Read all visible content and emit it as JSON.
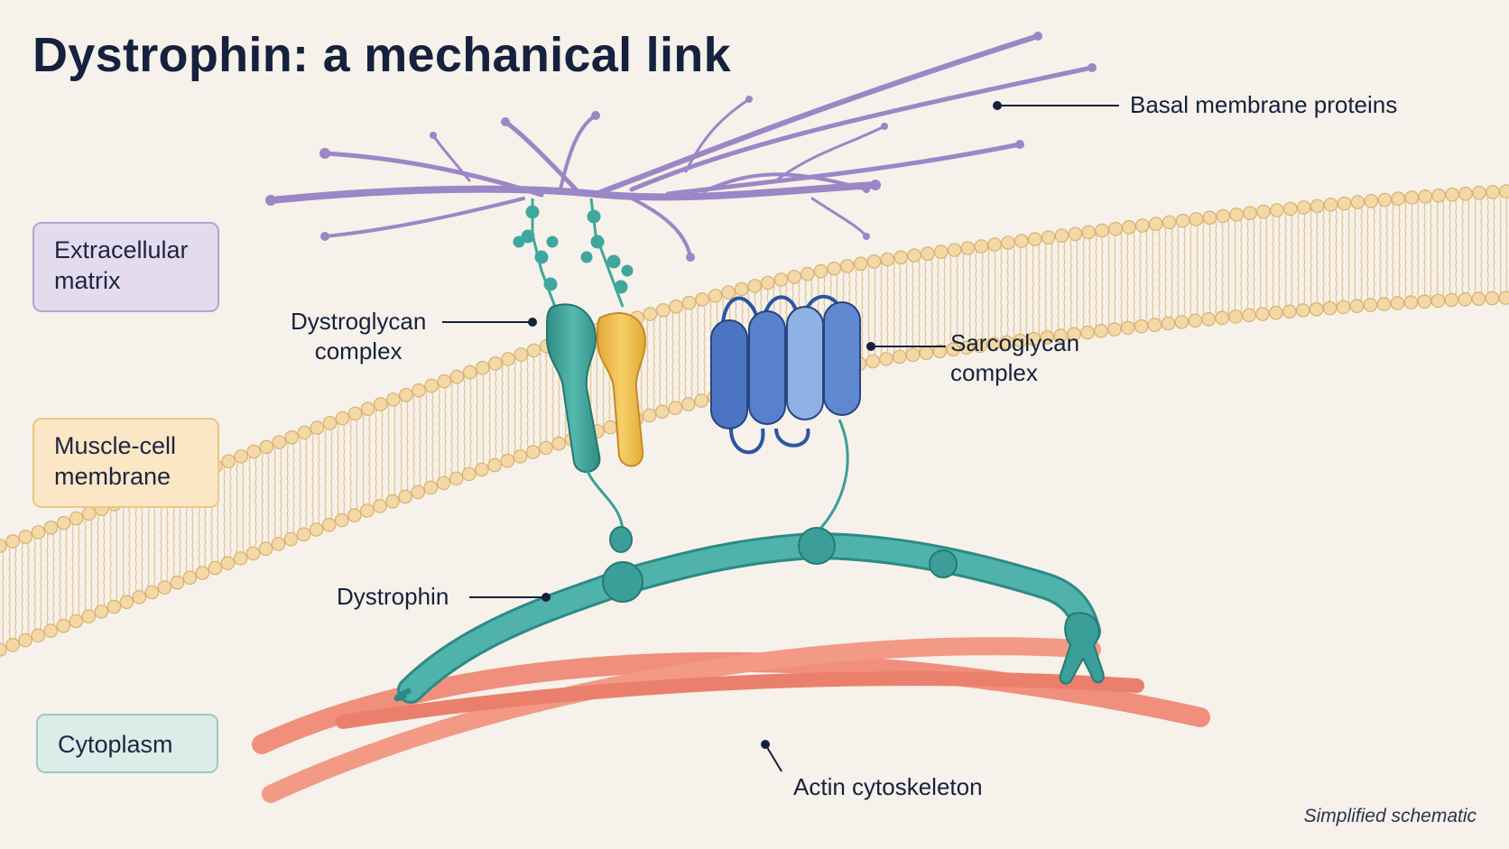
{
  "title": "Dystrophin: a mechanical link",
  "regions": {
    "extracellular_matrix": [
      "Extracellular",
      "matrix"
    ],
    "muscle_cell_membrane": [
      "Muscle-cell",
      "membrane"
    ],
    "cytoplasm": "Cytoplasm"
  },
  "labels": {
    "basal_membrane_proteins": "Basal membrane proteins",
    "dystroglycan_complex": [
      "Dystroglycan",
      "complex"
    ],
    "sarcoglycan_complex": [
      "Sarcoglycan",
      "complex"
    ],
    "dystrophin": "Dystrophin",
    "actin_cytoskeleton": "Actin cytoskeleton"
  },
  "footnote": "Simplified schematic",
  "colors": {
    "background": "#f6f1ea",
    "ecm_proteins": "#9b86c6",
    "lipid_heads": "#f3d9a6",
    "dystroglycan_alpha": "#3fa79d",
    "dystroglycan_beta": "#f0c14f",
    "sarcoglycan": "#4f79c4",
    "dystrophin": "#3c9e98",
    "actin": "#f08e7a",
    "text": "#15213d"
  }
}
